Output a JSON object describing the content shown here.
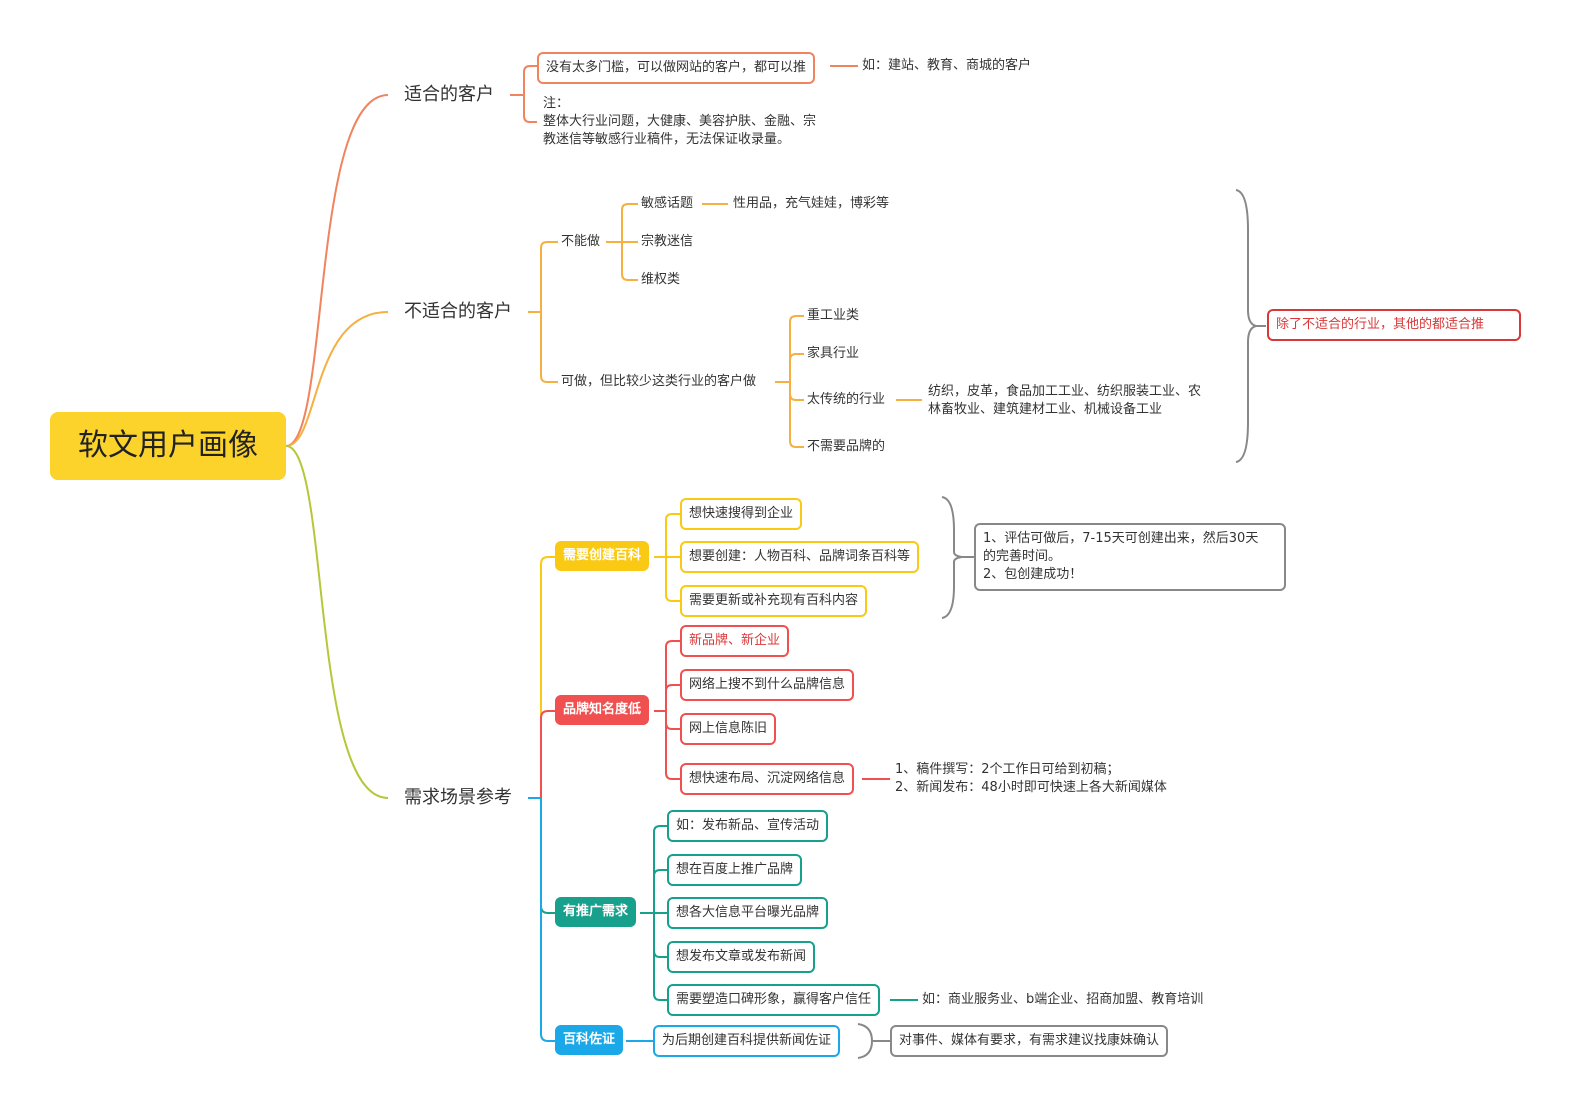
{
  "root": "软文用户画像",
  "colors": {
    "root": "#fbd32a",
    "b1": "#f0845e",
    "b2": "#f5b041",
    "b3": "#b7c73a",
    "yellow": "#f9c914",
    "red": "#f05050",
    "teal": "#17a08c",
    "blue": "#1ba8e8",
    "gray": "#888888",
    "redText": "#d93838"
  },
  "suitable": {
    "label": "适合的客户",
    "item1": "没有太多门槛，可以做网站的客户，都可以推",
    "item1_example": "如：建站、教育、商城的客户",
    "note": "注：\n整体大行业问题，大健康、美容护肤、金融、宗\n教迷信等敏感行业稿件，无法保证收录量。"
  },
  "unsuitable": {
    "label": "不适合的客户",
    "cannot": {
      "label": "不能做",
      "items": [
        "敏感话题",
        "宗教迷信",
        "维权类"
      ],
      "sensitive_detail": "性用品，充气娃娃，博彩等"
    },
    "can": {
      "label": "可做，但比较少这类行业的客户做",
      "items": [
        "重工业类",
        "家具行业",
        "太传统的行业",
        "不需要品牌的"
      ],
      "traditional_detail": "纺织，皮革，食品加工工业、纺织服装工业、农\n林畜牧业、建筑建材工业、机械设备工业"
    },
    "summary": "除了不适合的行业，其他的都适合推"
  },
  "demand": {
    "label": "需求场景参考",
    "baike": {
      "label": "需要创建百科",
      "items": [
        "想快速搜得到企业",
        "想要创建：人物百科、品牌词条百科等",
        "需要更新或补充现有百科内容"
      ],
      "note": "1、评估可做后，7-15天可创建出来，然后30天\n的完善时间。\n2、包创建成功！"
    },
    "brand": {
      "label": "品牌知名度低",
      "items": [
        "新品牌、新企业",
        "网络上搜不到什么品牌信息",
        "网上信息陈旧",
        "想快速布局、沉淀网络信息"
      ],
      "note": "1、稿件撰写：2个工作日可给到初稿；\n2、新闻发布：48小时即可快速上各大新闻媒体"
    },
    "promo": {
      "label": "有推广需求",
      "items": [
        "如：发布新品、宣传活动",
        "想在百度上推广品牌",
        "想各大信息平台曝光品牌",
        "想发布文章或发布新闻",
        "需要塑造口碑形象，赢得客户信任"
      ],
      "note": "如：商业服务业、b端企业、招商加盟、教育培训"
    },
    "proof": {
      "label": "百科佐证",
      "item": "为后期创建百科提供新闻佐证",
      "note": "对事件、媒体有要求，有需求建议找康妹确认"
    }
  }
}
